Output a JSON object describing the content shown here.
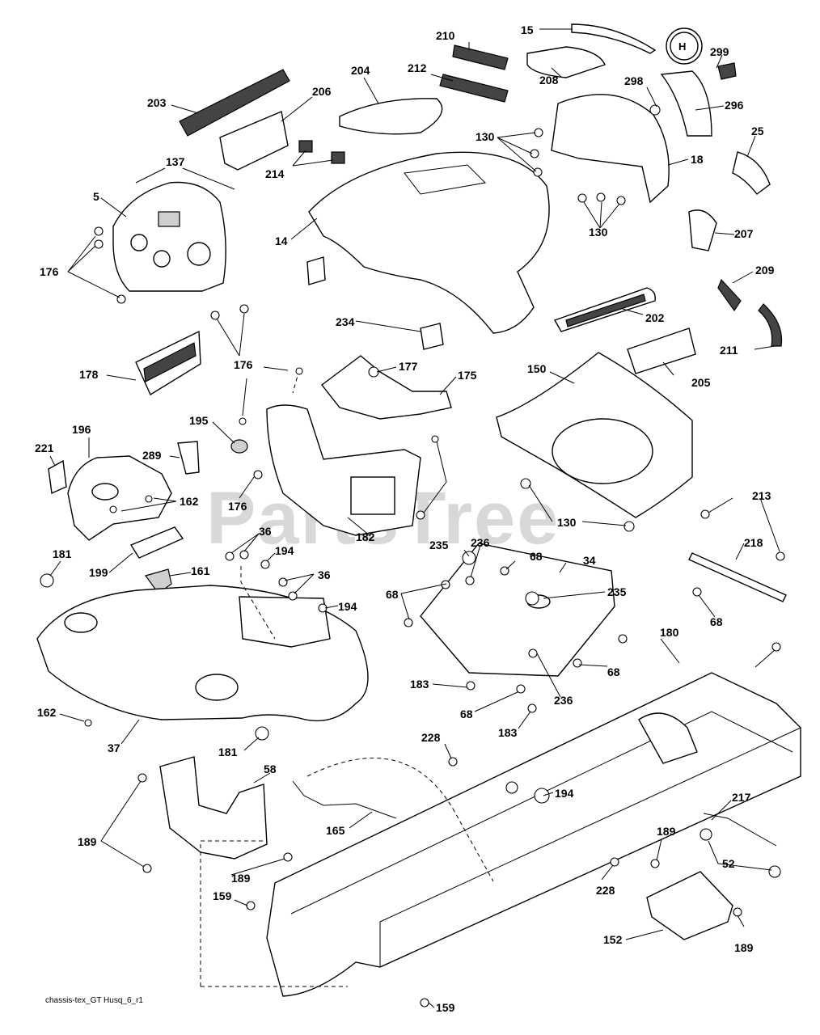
{
  "diagram": {
    "watermark": "PartsTree",
    "caption": "chassis-tex_GT Husq_6_r1",
    "labels": [
      "15",
      "210",
      "299",
      "208",
      "204",
      "212",
      "298",
      "203",
      "206",
      "296",
      "130",
      "25",
      "18",
      "214",
      "137",
      "5",
      "14",
      "130",
      "207",
      "176",
      "209",
      "202",
      "234",
      "211",
      "178",
      "176",
      "177",
      "175",
      "150",
      "195",
      "205",
      "196",
      "289",
      "221",
      "176",
      "162",
      "130",
      "213",
      "36",
      "235",
      "236",
      "181",
      "194",
      "218",
      "68",
      "34",
      "199",
      "161",
      "36",
      "68",
      "235",
      "194",
      "182",
      "68",
      "68",
      "180",
      "183",
      "68",
      "162",
      "236",
      "37",
      "183",
      "228",
      "181",
      "58",
      "194",
      "217",
      "189",
      "165",
      "189",
      "52",
      "189",
      "228",
      "159",
      "152",
      "189",
      "159"
    ]
  }
}
